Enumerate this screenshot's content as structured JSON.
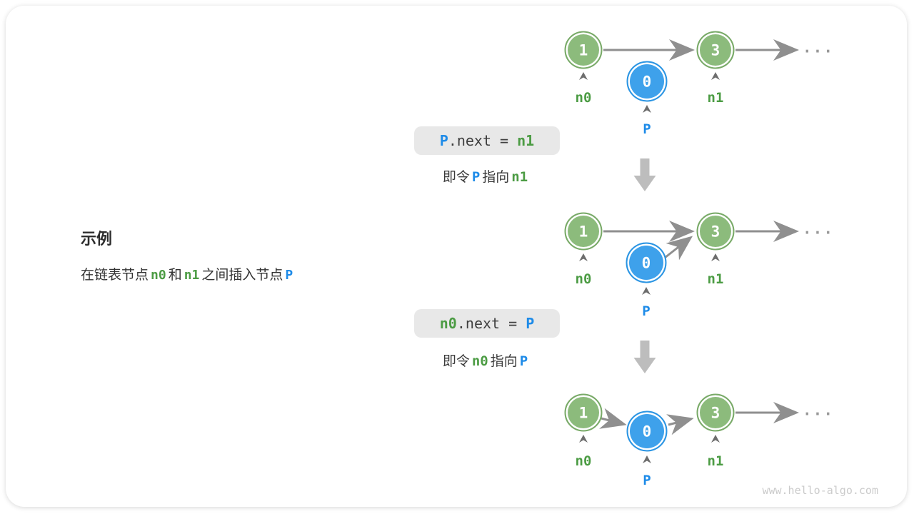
{
  "watermark": "www.hello-algo.com",
  "colors": {
    "node_green_fill": "#8CBB7C",
    "node_green_border": "#79AA68",
    "node_blue_fill": "#3EA1EB",
    "node_blue_border": "#2B95E3",
    "label_green": "#4C9C44",
    "label_blue": "#1E8BE8",
    "arrow_gray": "#8F8F8F",
    "caret_gray": "#6D6D6D",
    "block_arrow_gray": "#BDBDBD",
    "code_box_bg": "#E8E8E8",
    "text_dark": "#3A3A3A",
    "watermark_gray": "#CBCBCB"
  },
  "example": {
    "heading": "示例",
    "tokens": [
      {
        "text": "在链表节点"
      },
      {
        "text": "n0"
      },
      {
        "text": "和"
      },
      {
        "text": "n1"
      },
      {
        "text": "之间插入节点"
      },
      {
        "text": "P"
      }
    ]
  },
  "nodes": {
    "n0_value": "1",
    "n1_value": "3",
    "p_value": "0",
    "n0_label": "n0",
    "n1_label": "n1",
    "p_label": "P",
    "ellipsis": "..."
  },
  "steps": [
    {
      "code": [
        {
          "text": "P"
        },
        {
          "text": ".next = "
        },
        {
          "text": "n1"
        }
      ],
      "caption": [
        {
          "text": "即令"
        },
        {
          "text": "P"
        },
        {
          "text": "指向"
        },
        {
          "text": "n1"
        }
      ]
    },
    {
      "code": [
        {
          "text": "n0"
        },
        {
          "text": ".next = "
        },
        {
          "text": "P"
        }
      ],
      "caption": [
        {
          "text": "即令"
        },
        {
          "text": "n0"
        },
        {
          "text": "指向"
        },
        {
          "text": "P"
        }
      ]
    }
  ]
}
